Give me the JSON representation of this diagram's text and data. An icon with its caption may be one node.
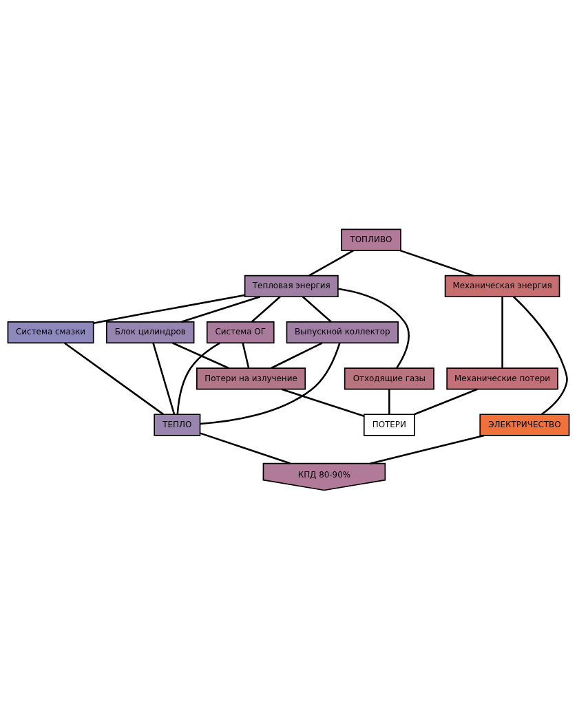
{
  "diagram": {
    "nodes": [
      {
        "text": [
          "ТОПЛИВО"
        ]
      },
      {
        "text": [
          "Механическая энергия"
        ]
      },
      {
        "text": [
          "Тепловая энергия"
        ]
      },
      {
        "text": [
          "Система ОГ"
        ]
      },
      {
        "text": [
          "Выпускной коллектор"
        ]
      },
      {
        "text": [
          "Блок цилиндров"
        ]
      },
      {
        "text": [
          "Система смазки"
        ]
      },
      {
        "text": [
          "Механические потери"
        ]
      },
      {
        "text": [
          "Отходящие газы"
        ]
      },
      {
        "text": [
          "Потери на излучение"
        ]
      },
      {
        "text": [
          "ЭЛЕКТРИЧЕСТВО"
        ]
      },
      {
        "text": [
          "ПОТЕРИ"
        ]
      },
      {
        "text": [
          "ТЕПЛО"
        ]
      },
      {
        "text": [
          "КПД 80-90%"
        ]
      }
    ],
    "edges": [
      {
        "from": 0,
        "to": 1,
        "arrow": "none"
      },
      {
        "from": 0,
        "to": 2,
        "arrow": "none"
      },
      {
        "from": 1,
        "to": 10,
        "arrow": "none"
      },
      {
        "from": 1,
        "to": 7,
        "arrow": "none"
      },
      {
        "from": 2,
        "to": 8,
        "arrow": "none"
      },
      {
        "from": 2,
        "to": 3,
        "arrow": "none"
      },
      {
        "from": 2,
        "to": 4,
        "arrow": "none"
      },
      {
        "from": 2,
        "to": 5,
        "arrow": "none"
      },
      {
        "from": 2,
        "to": 6,
        "arrow": "none"
      },
      {
        "from": 3,
        "to": 9,
        "arrow": "none"
      },
      {
        "from": 4,
        "to": 9,
        "arrow": "none"
      },
      {
        "from": 5,
        "to": 9,
        "arrow": "none"
      },
      {
        "from": 3,
        "to": 12,
        "arrow": "none"
      },
      {
        "from": 4,
        "to": 12,
        "arrow": "none"
      },
      {
        "from": 5,
        "to": 12,
        "arrow": "none"
      },
      {
        "from": 6,
        "to": 12,
        "arrow": "none"
      },
      {
        "from": 7,
        "to": 11,
        "arrow": "none"
      },
      {
        "from": 8,
        "to": 11,
        "arrow": "none"
      },
      {
        "from": 9,
        "to": 11,
        "arrow": "none"
      },
      {
        "from": 10,
        "to": 13,
        "arrow": "none"
      },
      {
        "from": 12,
        "to": 13,
        "arrow": "none"
      }
    ]
  }
}
